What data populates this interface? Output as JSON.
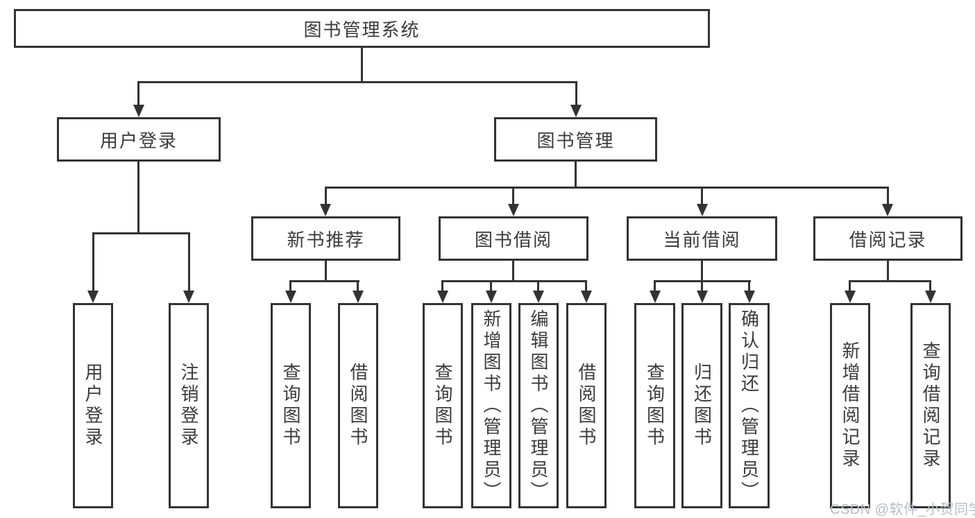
{
  "diagram": {
    "title": "图书管理系统",
    "branches": [
      {
        "label": "用户登录",
        "children": [
          {
            "label": "用户登录"
          },
          {
            "label": "注销登录"
          }
        ]
      },
      {
        "label": "图书管理",
        "children": [
          {
            "label": "新书推荐",
            "children": [
              {
                "label": "查询图书"
              },
              {
                "label": "借阅图书"
              }
            ]
          },
          {
            "label": "图书借阅",
            "children": [
              {
                "label": "查询图书"
              },
              {
                "label": "新增图书（管理员）"
              },
              {
                "label": "编辑图书（管理员）"
              },
              {
                "label": "借阅图书"
              }
            ]
          },
          {
            "label": "当前借阅",
            "children": [
              {
                "label": "查询图书"
              },
              {
                "label": "归还图书"
              },
              {
                "label": "确认归还（管理员）"
              }
            ]
          },
          {
            "label": "借阅记录",
            "children": [
              {
                "label": "新增借阅记录"
              },
              {
                "label": "查询借阅记录"
              }
            ]
          }
        ]
      }
    ]
  },
  "watermark": {
    "text": "CSDN @软件_小贺同学"
  },
  "colors": {
    "line": "#333333",
    "text": "#3b3b3b",
    "watermark": "#b8bcc3",
    "background": "#ffffff"
  }
}
